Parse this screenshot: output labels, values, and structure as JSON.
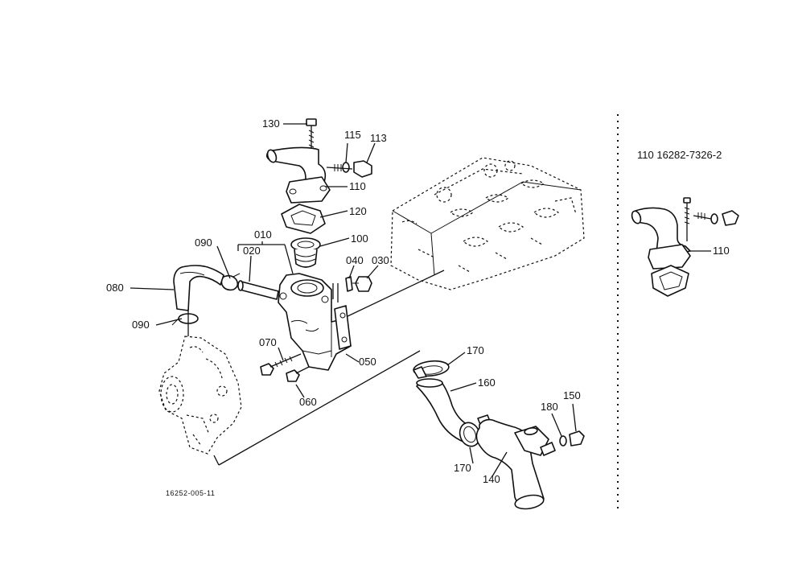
{
  "labels": {
    "p130": "130",
    "p115": "115",
    "p113": "113",
    "p110": "110",
    "p120": "120",
    "p100": "100",
    "p010": "010",
    "p020": "020",
    "p090a": "090",
    "p080": "080",
    "p090b": "090",
    "p040": "040",
    "p030": "030",
    "p070": "070",
    "p050": "050",
    "p060": "060",
    "p170a": "170",
    "p160": "160",
    "p180": "180",
    "p150": "150",
    "p170b": "170",
    "p140": "140",
    "p110b": "110"
  },
  "inset": {
    "caption": "110  16282-7326-2"
  },
  "drawing_code": "16252-005-11"
}
